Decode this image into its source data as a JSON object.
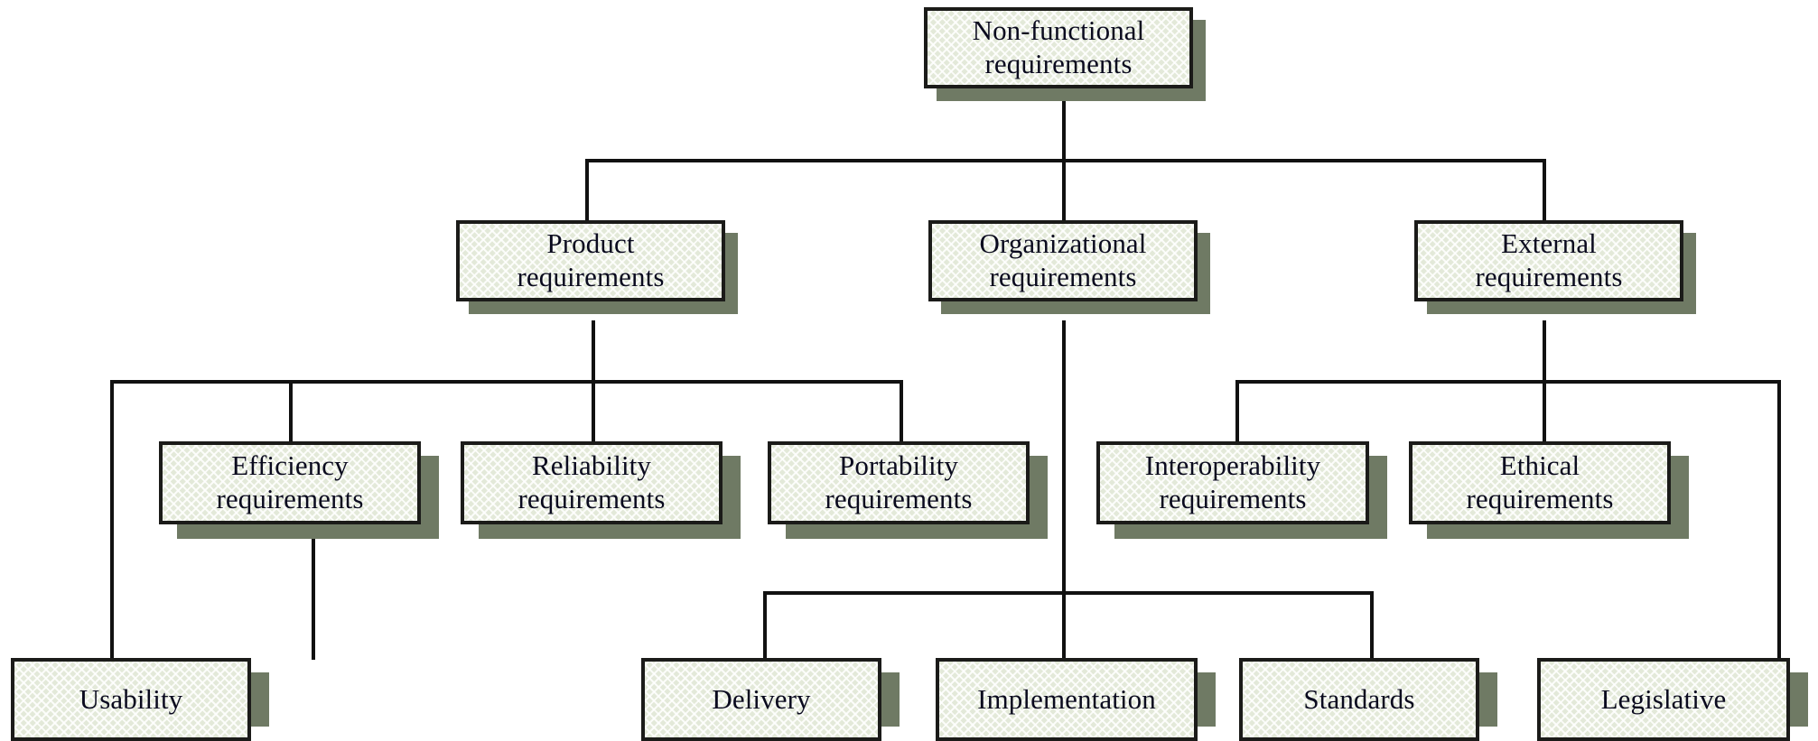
{
  "diagram": {
    "title": "Non-functional requirements classification",
    "type": "hierarchy-tree",
    "colors": {
      "node_fill": "#e3e9d9",
      "node_border": "#1b1b19",
      "node_shadow": "#6f7a64",
      "edge": "#111111",
      "text": "#0a0a1e",
      "background": "#ffffff"
    },
    "nodes": {
      "root": "Non-functional\nrequirements",
      "product": "Product\nrequirements",
      "organizational": "Organizational\nrequirements",
      "external": "External\nrequirements",
      "efficiency": "Efficiency\nrequirements",
      "reliability": "Reliability\nrequirements",
      "portability": "Portability\nrequirements",
      "interoperability": "Interoperability\nrequirements",
      "ethical": "Ethical\nrequirements",
      "usability": "Usability",
      "delivery": "Delivery",
      "implementation": "Implementation",
      "standards": "Standards",
      "legislative": "Legislative"
    },
    "levels": [
      {
        "level": 1,
        "items": [
          "Non-functional requirements"
        ]
      },
      {
        "level": 2,
        "items": [
          "Product requirements",
          "Organizational requirements",
          "External requirements"
        ]
      },
      {
        "level": 3,
        "items": [
          "Efficiency requirements",
          "Reliability requirements",
          "Portability requirements",
          "Interoperability requirements",
          "Ethical requirements"
        ]
      },
      {
        "level": 4,
        "items": [
          "Usability",
          "Delivery",
          "Implementation",
          "Standards",
          "Legislative"
        ]
      }
    ],
    "edges": [
      {
        "from": "Non-functional requirements",
        "to": "Product requirements"
      },
      {
        "from": "Non-functional requirements",
        "to": "Organizational requirements"
      },
      {
        "from": "Non-functional requirements",
        "to": "External requirements"
      },
      {
        "from": "Product requirements",
        "to": "Usability"
      },
      {
        "from": "Product requirements",
        "to": "Efficiency requirements"
      },
      {
        "from": "Product requirements",
        "to": "Reliability requirements"
      },
      {
        "from": "Product requirements",
        "to": "Portability requirements"
      },
      {
        "from": "Organizational requirements",
        "to": "Delivery"
      },
      {
        "from": "Organizational requirements",
        "to": "Implementation"
      },
      {
        "from": "Organizational requirements",
        "to": "Standards"
      },
      {
        "from": "External requirements",
        "to": "Interoperability requirements"
      },
      {
        "from": "External requirements",
        "to": "Ethical requirements"
      },
      {
        "from": "External requirements",
        "to": "Legislative"
      }
    ]
  }
}
